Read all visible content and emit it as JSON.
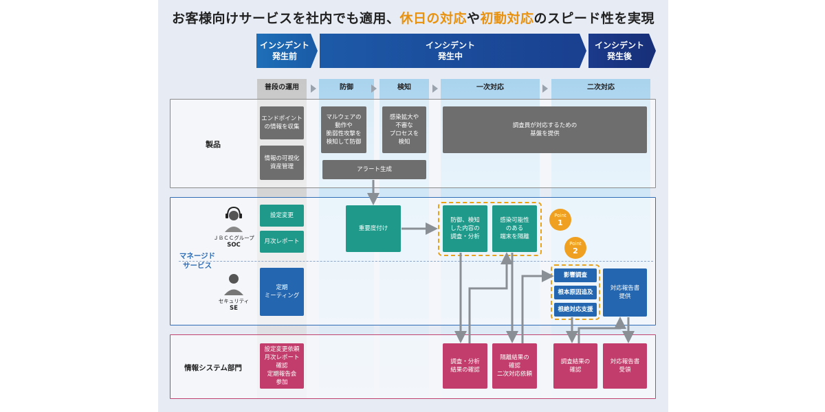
{
  "title": {
    "p1": "お客様向けサービスを社内でも適用、",
    "p2": "休日の対応",
    "p3": "や",
    "p4": "初動対応",
    "p5": "のスピード性を実現"
  },
  "phases": [
    {
      "line1": "インシデント",
      "line2": "発生前"
    },
    {
      "line1": "インシデント",
      "line2": "発生中"
    },
    {
      "line1": "インシデント",
      "line2": "発生後"
    }
  ],
  "stages": [
    "普段の運用",
    "防御",
    "検知",
    "一次対応",
    "二次対応"
  ],
  "sections": {
    "product": "製品",
    "managed": "マネージド\nサービス",
    "info": "情報システム部門"
  },
  "roles": {
    "soc_group": "ＪＢＣＣグループ",
    "soc": "SOC",
    "se_line1": "セキュリティ",
    "se_line2": "SE"
  },
  "boxes": {
    "endpoint": "エンドポイント\nの情報を収集",
    "visual": "情報の可視化\n資産管理",
    "malware": "マルウェアの\n動作や\n脆弱性攻撃を\n検知して防御",
    "spread": "感染拡大や\n不審な\nプロセスを\n検知",
    "investigator": "調査員が対応するための\n基盤を提供",
    "alert": "アラート生成",
    "settings": "設定変更",
    "monthly": "月次レポート",
    "meeting": "定期\nミーティング",
    "priority": "重要度付け",
    "investigate": "防御、検知\nした内容の\n調査・分析",
    "isolate": "感染可能性\nのある\n端末を隔離",
    "impact": "影響調査",
    "rootcause": "根本原因追及",
    "eradicate": "根絶対応支援",
    "report": "対応報告書\n提供",
    "info_ops": "設定変更依頼\n月次レポート\n確認\n定期報告会\n参加",
    "confirm_analysis": "調査・分析\n結果の確認",
    "confirm_isolation": "隔離結果の\n確認\n二次対応依頼",
    "confirm_investigation": "調査結果の\n確認",
    "receive_report": "対応報告書\n受領"
  },
  "points": [
    {
      "word": "Point",
      "num": "1"
    },
    {
      "word": "Point",
      "num": "2"
    }
  ],
  "colors": {
    "accent": "#e8920f",
    "teal": "#1f9a8a",
    "blue": "#2467b0",
    "pink": "#c23d6b",
    "gray": "#6e6e6e",
    "navy": "#1a3a8a"
  }
}
